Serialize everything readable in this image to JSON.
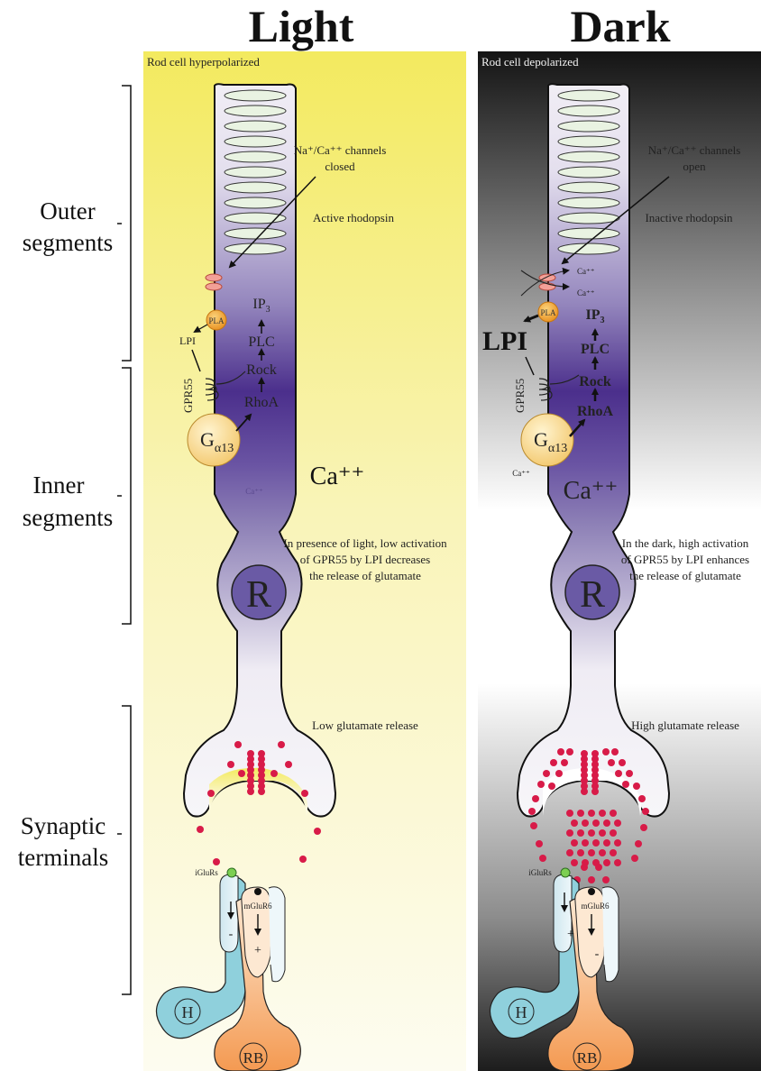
{
  "headings": {
    "light": "Light",
    "dark": "Dark"
  },
  "regions": {
    "outer": [
      "Outer",
      "segments"
    ],
    "inner": [
      "Inner",
      "segments"
    ],
    "synaptic": [
      "Synaptic",
      "terminals"
    ]
  },
  "light": {
    "state": "Rod cell hyperpolarized",
    "channels": [
      "Na⁺/Ca⁺⁺ channels",
      "closed"
    ],
    "rhodopsin": "Active rhodopsin",
    "pathway": {
      "pla": "PLA",
      "lpi": "LPI",
      "ip3": "IP",
      "ip3_sub": "3",
      "plc": "PLC",
      "rock": "Rock",
      "rhoa": "RhoA",
      "gpr55": "GPR55",
      "g": "G",
      "g_sub": "α13"
    },
    "ca_big": "Ca⁺⁺",
    "ca_small": "Ca⁺⁺",
    "description": [
      "In presence of light, low activation",
      "of GPR55 by LPI decreases",
      "the release of glutamate"
    ],
    "nucleus": "R",
    "glutamate": "Low glutamate release",
    "receptors": {
      "iglur": "iGluRs",
      "mglur": "mGluR6",
      "h_sign": "-",
      "rb_sign": "+"
    },
    "cells": {
      "h": "H",
      "rb": "RB"
    }
  },
  "dark": {
    "state": "Rod cell depolarized",
    "channels": [
      "Na⁺/Ca⁺⁺ channels",
      "open"
    ],
    "rhodopsin": "Inactive rhodopsin",
    "ca_flux": [
      "Ca⁺⁺",
      "Ca⁺⁺"
    ],
    "pathway": {
      "pla": "PLA",
      "lpi": "LPI",
      "ip3": "IP",
      "ip3_sub": "3",
      "plc": "PLC",
      "rock": "Rock",
      "rhoa": "RhoA",
      "gpr55": "GPR55",
      "g": "G",
      "g_sub": "α13"
    },
    "ca_big": "Ca⁺⁺",
    "ca_small": "Ca⁺⁺",
    "description": [
      "In the dark, high activation",
      "of GPR55 by LPI enhances",
      "the release of glutamate"
    ],
    "nucleus": "R",
    "glutamate": "High glutamate release",
    "receptors": {
      "iglur": "iGluRs",
      "mglur": "mGluR6",
      "h_sign": "+",
      "rb_sign": "-"
    },
    "cells": {
      "h": "H",
      "rb": "RB"
    }
  },
  "colors": {
    "light_bg_top": "#f4ec6a",
    "light_bg_bottom": "#fdfbea",
    "dark_bg_top": "#1a1a1a",
    "dark_bg_mid": "#ffffff",
    "cell_purple": "#4a2b8a",
    "cell_pale": "#ede9f3",
    "vesicle": "#d81b48",
    "pla": "#f2a52c",
    "g_protein": "#f8d98c",
    "h_cell": "#8fd0dc",
    "rb_cell": "#f6a867",
    "bipolar_dendrite": "#dceef3"
  }
}
